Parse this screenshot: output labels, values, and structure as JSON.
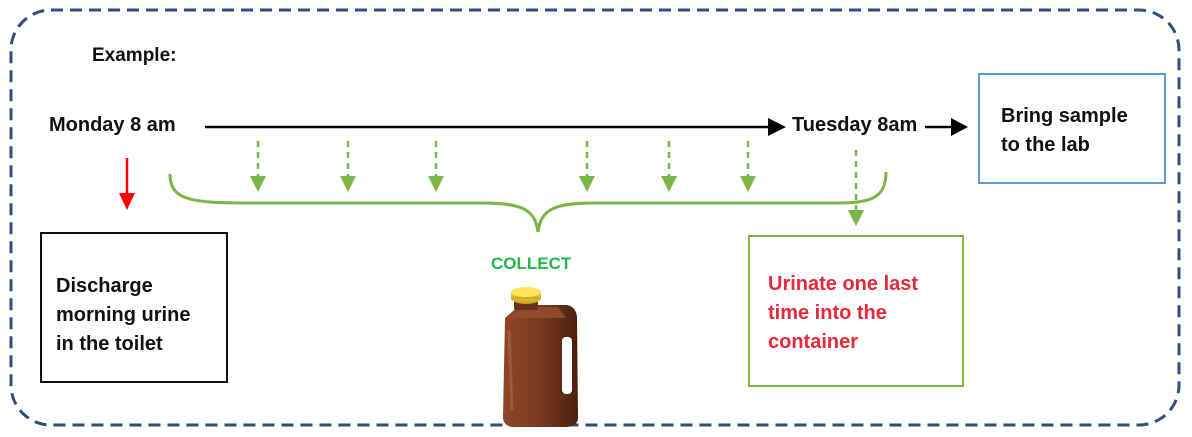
{
  "heading": "Example:",
  "timeline": {
    "start_label": "Monday 8 am",
    "end_label": "Tuesday 8am"
  },
  "collect_label": "COLLECT",
  "boxes": {
    "discharge": "Discharge\nmorning urine\nin the toilet",
    "lab": "Bring sample\nto the lab",
    "last": "Urinate one last\ntime into the\ncontainer"
  },
  "colors": {
    "frame": "#2f4f7f",
    "arrow_black": "#000000",
    "arrow_red": "#ff0000",
    "green": "#7ab648",
    "collect_text": "#1fb84a",
    "last_text": "#e8283c",
    "lab_border": "#5b9bd5",
    "container_body": "#7a3b20",
    "container_cap": "#f2d03b"
  },
  "icons": {
    "container": "urine-collection-container-icon"
  }
}
